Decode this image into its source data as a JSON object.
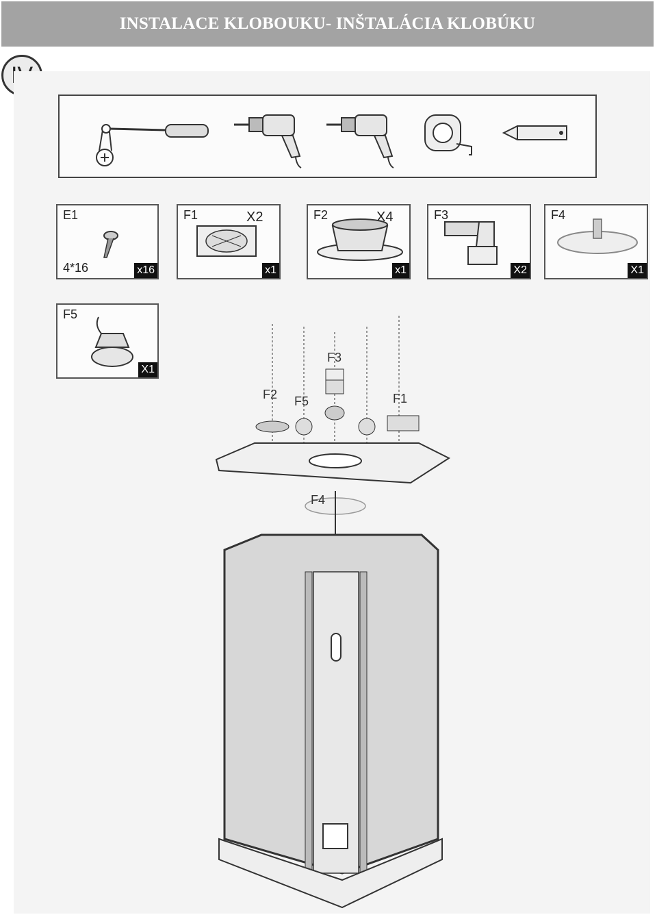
{
  "header": {
    "title": "INSTALACE  KLOBOUKU- INŠTALÁCIA KLOBÚKU"
  },
  "step": {
    "label": "IV"
  },
  "tools": [
    "screwdriver-icon",
    "drill-icon",
    "drill-icon",
    "tape-measure-icon",
    "pencil-icon"
  ],
  "parts": [
    {
      "code": "E1",
      "size": "4*16",
      "qty": "x16"
    },
    {
      "code": "F1",
      "mult": "X2",
      "qty": "x1"
    },
    {
      "code": "F2",
      "mult": "X4",
      "qty": "x1"
    },
    {
      "code": "F3",
      "qty": "X2"
    },
    {
      "code": "F4",
      "qty": "X1"
    },
    {
      "code": "F5",
      "qty": "X1"
    }
  ],
  "diagram": {
    "labels": [
      "F3",
      "F2",
      "F5",
      "F1",
      "F4"
    ]
  }
}
